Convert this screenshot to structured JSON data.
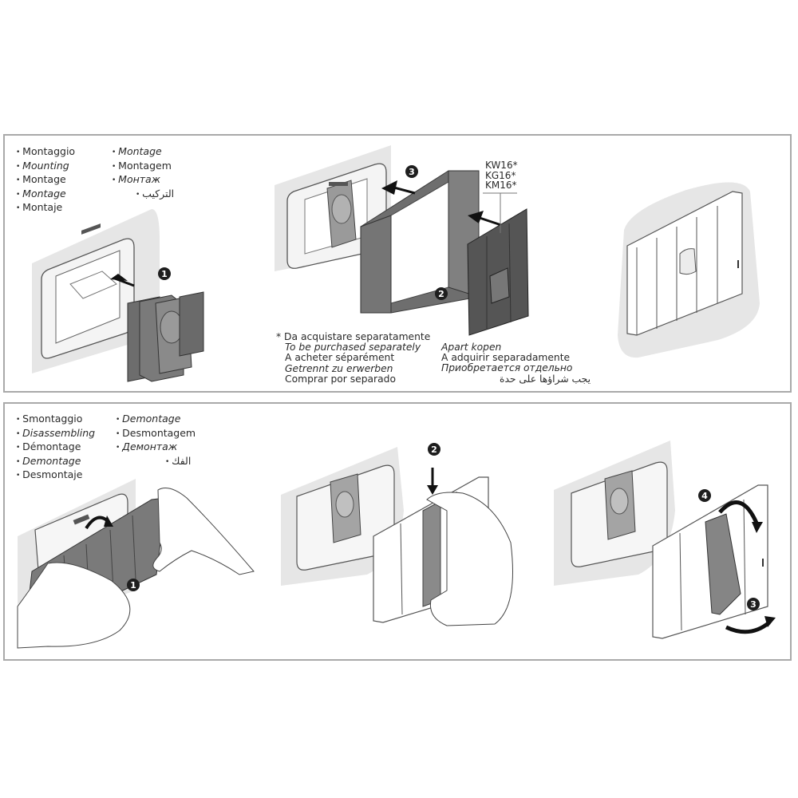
{
  "mounting": {
    "languages_col1": [
      {
        "text": "Montaggio",
        "italic": false
      },
      {
        "text": "Mounting",
        "italic": true
      },
      {
        "text": "Montage",
        "italic": false
      },
      {
        "text": "Montage",
        "italic": true
      },
      {
        "text": "Montaje",
        "italic": false
      }
    ],
    "languages_col2": [
      {
        "text": "Montage",
        "italic": true
      },
      {
        "text": "Montagem",
        "italic": false
      },
      {
        "text": "Монтаж",
        "italic": true
      },
      {
        "text": "التركيب",
        "italic": false
      }
    ],
    "step_badges": [
      "1",
      "2",
      "3"
    ],
    "product_codes": [
      "KW16*",
      "KG16*",
      "KM16*"
    ],
    "note_left": [
      {
        "text": "* Da acquistare separatamente",
        "italic": false
      },
      {
        "text": "To be purchased separately",
        "italic": true
      },
      {
        "text": "A acheter séparément",
        "italic": false
      },
      {
        "text": "Getrennt zu erwerben",
        "italic": true
      },
      {
        "text": "Comprar por separado",
        "italic": false
      }
    ],
    "note_right": [
      {
        "text": "Apart kopen",
        "italic": true
      },
      {
        "text": "A adquirir separadamente",
        "italic": false
      },
      {
        "text": "Приобретается отдельно",
        "italic": true
      },
      {
        "text": "يجب شراؤها على حدة",
        "italic": false
      }
    ]
  },
  "dismantling": {
    "languages_col1": [
      {
        "text": "Smontaggio",
        "italic": false
      },
      {
        "text": "Disassembling",
        "italic": true
      },
      {
        "text": "Démontage",
        "italic": false
      },
      {
        "text": "Demontage",
        "italic": true
      },
      {
        "text": "Desmontaje",
        "italic": false
      }
    ],
    "languages_col2": [
      {
        "text": "Demontage",
        "italic": true
      },
      {
        "text": "Desmontagem",
        "italic": false
      },
      {
        "text": "Демонтаж",
        "italic": true
      },
      {
        "text": "الفك",
        "italic": false
      }
    ],
    "step_badges": [
      "1",
      "2",
      "3",
      "4"
    ]
  },
  "colors": {
    "wall": "#e6e6e6",
    "module_dark": "#6f6f6f",
    "plate_dark": "#5e5e5e",
    "badge": "#1e1e1e",
    "border": "#a9a9a9"
  }
}
